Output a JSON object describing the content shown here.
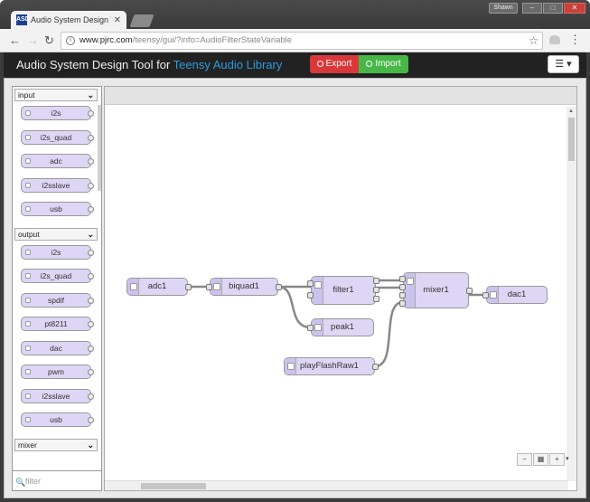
{
  "browser": {
    "tab_title": "Audio System Design To",
    "favicon_text": "ASD",
    "user_badge": "Shawn",
    "url_host": "www.pjrc.com",
    "url_rest": "/teensy/gui/?info=AudioFilterStateVariable"
  },
  "app": {
    "title_prefix": "Audio System Design Tool for ",
    "title_accent": "Teensy Audio Library",
    "export_label": "Export",
    "import_label": "Import",
    "menu_icon": "☰ ▾",
    "accent_color": "#2c9cdd"
  },
  "palette": {
    "categories": [
      {
        "name": "input",
        "items": [
          "i2s",
          "i2s_quad",
          "adc",
          "i2sslave",
          "usb"
        ]
      },
      {
        "name": "output",
        "items": [
          "i2s",
          "i2s_quad",
          "spdif",
          "pt8211",
          "dac",
          "pwm",
          "i2sslave",
          "usb"
        ]
      },
      {
        "name": "mixer",
        "items": []
      }
    ],
    "filter_placeholder": "filter"
  },
  "flow": {
    "nodes": [
      {
        "id": "adc1",
        "label": "adc1"
      },
      {
        "id": "biquad1",
        "label": "biquad1"
      },
      {
        "id": "filter1",
        "label": "filter1"
      },
      {
        "id": "peak1",
        "label": "peak1"
      },
      {
        "id": "mixer1",
        "label": "mixer1"
      },
      {
        "id": "dac1",
        "label": "dac1"
      },
      {
        "id": "playFlashRaw1",
        "label": "playFlashRaw1"
      }
    ]
  },
  "zoom": {
    "out_icon": "−",
    "reset_icon": "▦",
    "in_icon": "+"
  }
}
